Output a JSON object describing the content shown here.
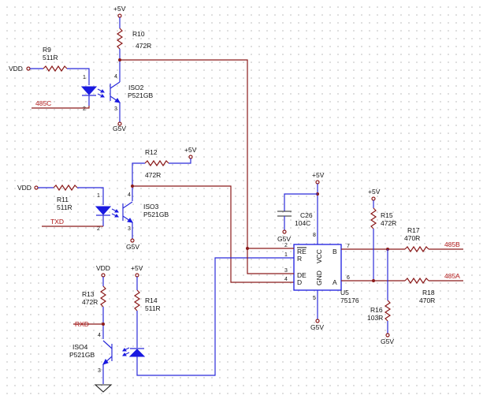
{
  "nets": {
    "vdd": "VDD",
    "p5v": "+5V",
    "g5v": "G5V",
    "n485c": "485C",
    "txd": "TXD",
    "rxd": "RXD",
    "n485b": "485B",
    "n485a": "485A"
  },
  "components": {
    "r9": {
      "ref": "R9",
      "value": "511R"
    },
    "r10": {
      "ref": "R10",
      "value": "472R"
    },
    "r11": {
      "ref": "R11",
      "value": "511R"
    },
    "r12": {
      "ref": "R12",
      "value": "472R"
    },
    "r13": {
      "ref": "R13",
      "value": "472R"
    },
    "r14": {
      "ref": "R14",
      "value": "511R"
    },
    "r15": {
      "ref": "R15",
      "value": "472R"
    },
    "r16": {
      "ref": "R16",
      "value": "103R"
    },
    "r17": {
      "ref": "R17",
      "value": "470R"
    },
    "r18": {
      "ref": "R18",
      "value": "470R"
    },
    "c26": {
      "ref": "C26",
      "value": "104C"
    },
    "iso2": {
      "ref": "ISO2",
      "part": "P521GB"
    },
    "iso3": {
      "ref": "ISO3",
      "part": "P521GB"
    },
    "iso4": {
      "ref": "ISO4",
      "part": "P521GB"
    },
    "u5": {
      "ref": "U5",
      "part": "75176"
    }
  },
  "u5_pins": {
    "re": "RE",
    "r": "R",
    "de": "DE",
    "d": "D",
    "vcc": "VCC",
    "gnd": "GND",
    "b": "B",
    "a": "A",
    "n1": "1",
    "n2": "2",
    "n3": "3",
    "n4": "4",
    "n5": "5",
    "n6": "6",
    "n7": "7",
    "n8": "8"
  },
  "opto_pins": {
    "p1": "1",
    "p2": "2",
    "p3": "3",
    "p4": "4"
  }
}
